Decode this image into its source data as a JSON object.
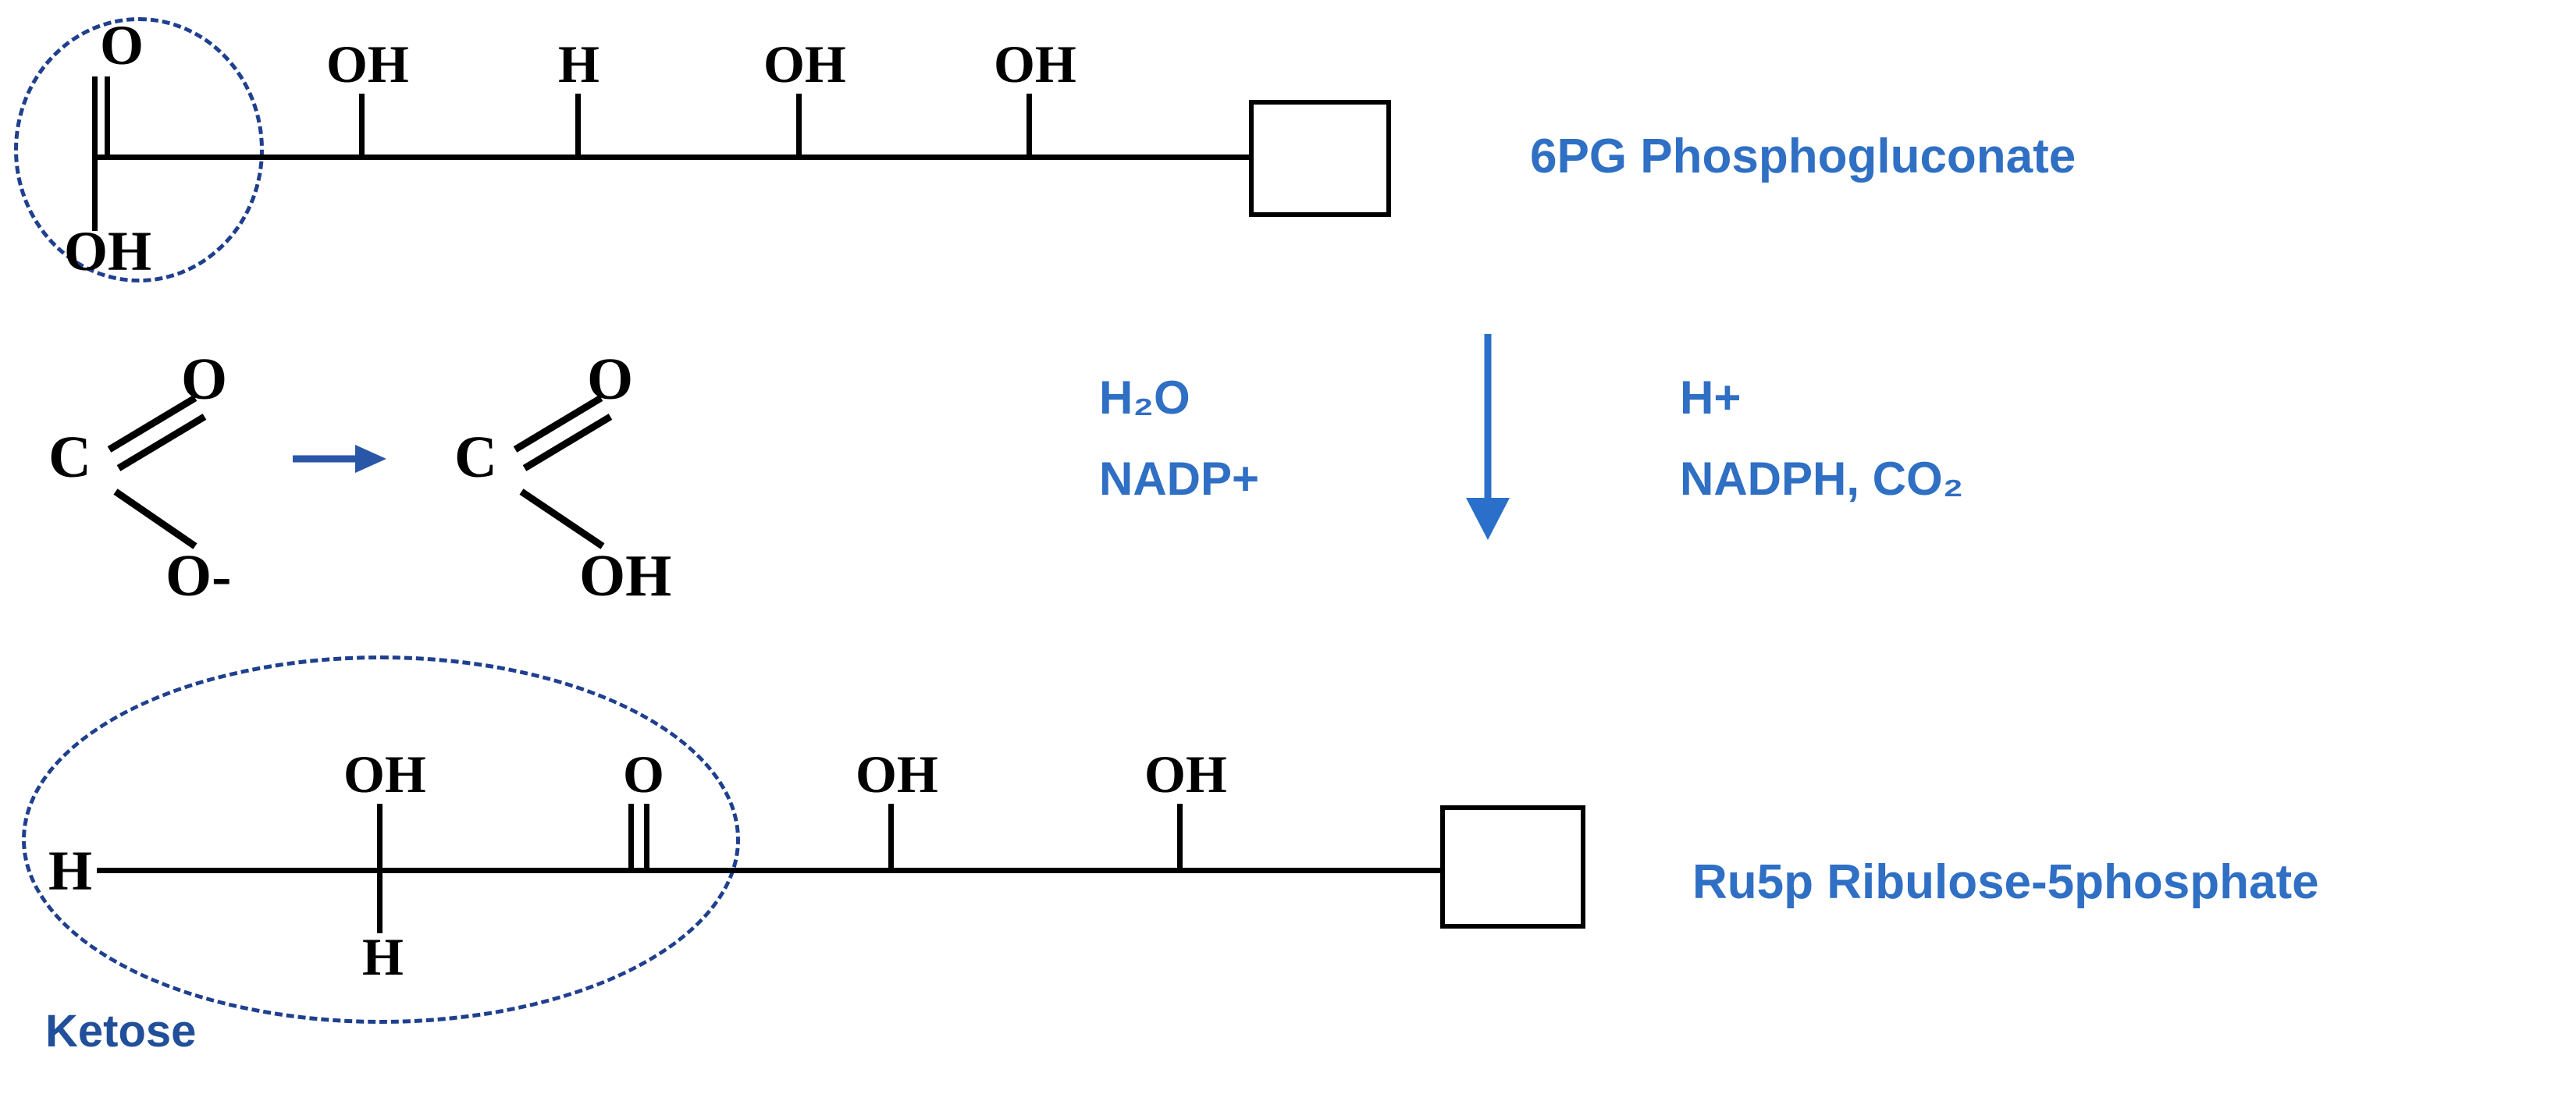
{
  "figure": {
    "title_hidden": "",
    "accent_blue": "#2f6fc4",
    "dark_blue": "#1f3f8f",
    "bond_black": "#000000"
  },
  "top_molecule": {
    "name_label": "6PG Phosphogluconate",
    "highlight_note": "carboxylic-acid-group-circled",
    "carboxyl": {
      "top_atom": "O",
      "bottom_atom": "OH"
    },
    "substituents": [
      {
        "label": "OH",
        "position": "C2"
      },
      {
        "label": "H",
        "position": "C3"
      },
      {
        "label": "OH",
        "position": "C4"
      },
      {
        "label": "OH",
        "position": "C5"
      }
    ],
    "terminal_box": ""
  },
  "inset_reaction": {
    "left_group": {
      "carbon": "C",
      "double_bond_atom": "O",
      "single_bond_atom": "O-"
    },
    "arrow": "→",
    "right_group": {
      "carbon": "C",
      "double_bond_atom": "O",
      "single_bond_atom": "OH"
    }
  },
  "reaction": {
    "arrow_direction": "down",
    "substrates": [
      "H₂O",
      "NADP+"
    ],
    "products_line1": "H+",
    "products_line2": "NADPH,   CO₂",
    "substrate_line1": "H₂O",
    "substrate_line2": "NADP+"
  },
  "bottom_molecule": {
    "name_label": "Ru5p  Ribulose-5phosphate",
    "highlight_label": "Ketose",
    "terminal_left_atom": "H",
    "c2_up": "OH",
    "c2_down": "H",
    "ketone_atom": "O",
    "substituents": [
      {
        "label": "OH",
        "position": "C4"
      },
      {
        "label": "OH",
        "position": "C5"
      }
    ],
    "terminal_box": ""
  }
}
